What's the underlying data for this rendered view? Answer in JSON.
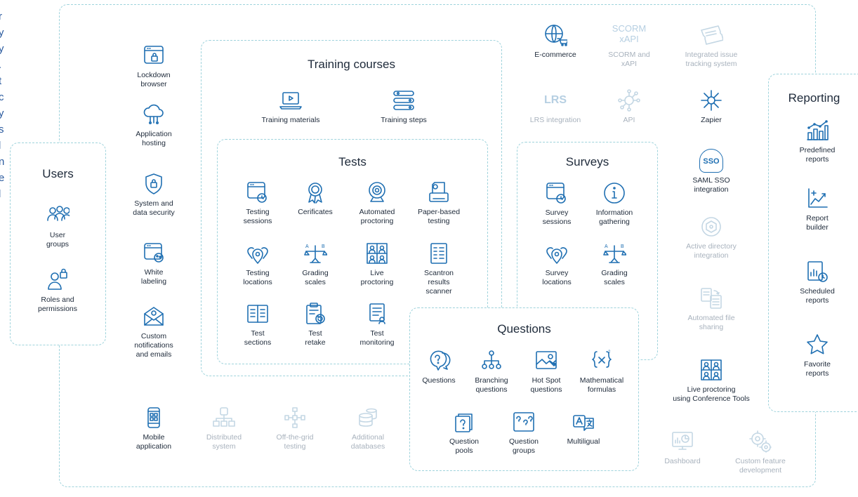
{
  "edge_text": [
    "r",
    "y",
    "y",
    ".",
    "t",
    "c",
    "y",
    "s",
    "l",
    "n",
    "e",
    "l"
  ],
  "sections": {
    "users": {
      "title": "Users",
      "items": [
        {
          "label": "User\ngroups",
          "icon": "user-groups-icon"
        },
        {
          "label": "Roles and\npermissions",
          "icon": "user-lock-icon"
        }
      ]
    },
    "platform": {
      "items": [
        {
          "label": "Lockdown\nbrowser",
          "icon": "locked-browser-icon"
        },
        {
          "label": "Application\nhosting",
          "icon": "cloud-hosting-icon"
        },
        {
          "label": "System and\ndata security",
          "icon": "shield-lock-icon"
        },
        {
          "label": "White\nlabeling",
          "icon": "paint-browser-icon"
        },
        {
          "label": "Custom\nnotifications\nand emails",
          "icon": "envelope-icon"
        }
      ]
    },
    "bottom": {
      "items": [
        {
          "label": "Mobile\napplication",
          "icon": "mobile-icon",
          "faint": false
        },
        {
          "label": "Distributed\nsystem",
          "icon": "distributed-icon",
          "faint": true
        },
        {
          "label": "Off-the-grid\ntesting",
          "icon": "network-icon",
          "faint": true
        },
        {
          "label": "Additional\ndatabases",
          "icon": "database-icon",
          "faint": true
        }
      ]
    },
    "training": {
      "title": "Training courses",
      "items": [
        {
          "label": "Training materials",
          "icon": "laptop-play-icon"
        },
        {
          "label": "Training steps",
          "icon": "steps-icon"
        }
      ]
    },
    "tests": {
      "title": "Tests",
      "items": [
        {
          "label": "Testing\nsessions",
          "icon": "timer-browser-icon"
        },
        {
          "label": "Cerificates",
          "icon": "certificate-icon"
        },
        {
          "label": "Automated\nproctoring",
          "icon": "webcam-icon"
        },
        {
          "label": "Paper-based\ntesting",
          "icon": "printer-icon"
        },
        {
          "label": "Testing\nlocations",
          "icon": "pins-icon"
        },
        {
          "label": "Grading\nscales",
          "icon": "scales-icon"
        },
        {
          "label": "Live\nproctoring",
          "icon": "video-grid-icon"
        },
        {
          "label": "Scantron\nresults\nscanner",
          "icon": "scantron-icon"
        },
        {
          "label": "Test\nsections",
          "icon": "sections-icon"
        },
        {
          "label": "Test\nretake",
          "icon": "retake-icon"
        },
        {
          "label": "Test\nmonitoring",
          "icon": "monitoring-icon"
        }
      ]
    },
    "surveys": {
      "title": "Surveys",
      "items": [
        {
          "label": "Survey\nsessions",
          "icon": "timer-browser-icon"
        },
        {
          "label": "Information\ngathering",
          "icon": "info-icon"
        },
        {
          "label": "Survey\nlocations",
          "icon": "pins-icon"
        },
        {
          "label": "Grading\nscales",
          "icon": "scales-icon"
        }
      ]
    },
    "questions": {
      "title": "Questions",
      "items": [
        {
          "label": "Questions",
          "icon": "question-bubbles-icon"
        },
        {
          "label": "Branching\nquestions",
          "icon": "branching-icon"
        },
        {
          "label": "Hot Spot\nquestions",
          "icon": "hotspot-image-icon"
        },
        {
          "label": "Mathematical\nformulas",
          "icon": "formula-icon"
        },
        {
          "label": "Question\npools",
          "icon": "question-pool-icon"
        },
        {
          "label": "Question\ngroups",
          "icon": "question-group-icon"
        },
        {
          "label": "Multiligual",
          "icon": "translate-icon"
        }
      ]
    },
    "integrations": {
      "items": [
        {
          "label": "E-commerce",
          "icon": "globe-cart-icon",
          "faint": false
        },
        {
          "label": "SCORM and\nxAPI",
          "icon": "scorm-text-icon",
          "logo": "SCORM\nxAPI",
          "faint": true
        },
        {
          "label": "Integrated issue\ntracking system",
          "icon": "ticket-icon",
          "faint": true
        },
        {
          "label": "LRS integration",
          "icon": "lrs-text-icon",
          "logo": "LRS",
          "faint": true
        },
        {
          "label": "API",
          "icon": "api-icon",
          "faint": true
        },
        {
          "label": "Zapier",
          "icon": "zapier-icon",
          "faint": false
        },
        {
          "label": "SAML SSO\nintegration",
          "icon": "sso-cloud-icon",
          "logo": "SSO",
          "faint": false
        },
        {
          "label": "Active directory\nintegration",
          "icon": "active-directory-icon",
          "faint": true
        },
        {
          "label": "Automated file\nsharing",
          "icon": "file-share-icon",
          "faint": true
        },
        {
          "label": "Live proctoring\nusing Conference Tools",
          "icon": "video-grid-icon",
          "faint": false
        },
        {
          "label": "Dashboard",
          "icon": "dashboard-icon",
          "faint": true
        },
        {
          "label": "Custom feature\ndevelopment",
          "icon": "gears-icon",
          "faint": true
        }
      ]
    },
    "reporting": {
      "title": "Reporting",
      "items": [
        {
          "label": "Predefined\nreports",
          "icon": "bar-chart-icon"
        },
        {
          "label": "Report\nbuilder",
          "icon": "chart-builder-icon"
        },
        {
          "label": "Scheduled\nreports",
          "icon": "scheduled-report-icon"
        },
        {
          "label": "Favorite\nreports",
          "icon": "star-icon"
        }
      ]
    }
  },
  "colors": {
    "icon": "#1f6fb2",
    "faint": "#c4d7e4",
    "border": "#9fd3dc",
    "text": "#1e2a3a"
  }
}
